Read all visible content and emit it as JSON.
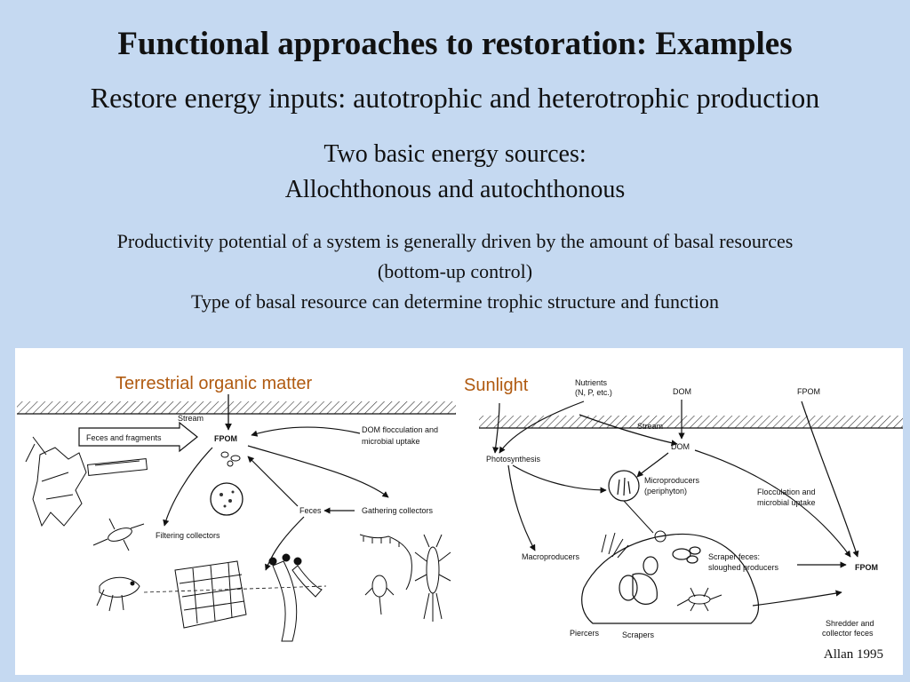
{
  "slide": {
    "title": "Functional approaches to restoration: Examples",
    "subtitle": "Restore energy inputs: autotrophic and heterotrophic production",
    "sources_line1": "Two basic energy sources:",
    "sources_line2": "Allochthonous and autochthonous",
    "productivity_line1": "Productivity potential of a system is generally driven by the amount of basal resources",
    "productivity_line2": "(bottom-up control)",
    "productivity_line3": "Type of basal resource can determine trophic structure and function"
  },
  "left_diagram": {
    "heading": "Terrestrial organic matter",
    "stream": "Stream",
    "feces_fragments": "Feces and fragments",
    "fpom": "FPOM",
    "dom_line1": "DOM flocculation and",
    "dom_line2": "microbial uptake",
    "feces": "Feces",
    "gathering": "Gathering collectors",
    "filtering": "Filtering collectors"
  },
  "right_diagram": {
    "heading": "Sunlight",
    "nutrients_line1": "Nutrients",
    "nutrients_line2": "(N, P, etc.)",
    "dom_top": "DOM",
    "fpom_top": "FPOM",
    "stream": "Stream",
    "dom": "DOM",
    "photosynthesis": "Photosynthesis",
    "micro_line1": "Microproducers",
    "micro_line2": "(periphyton)",
    "floc_line1": "Flocculation and",
    "floc_line2": "microbial uptake",
    "macro": "Macroproducers",
    "scraper_line1": "Scraper feces:",
    "scraper_line2": "sloughed producers",
    "fpom": "FPOM",
    "shredder_line1": "Shredder and",
    "shredder_line2": "collector feces",
    "piercers": "Piercers",
    "scrapers": "Scrapers"
  },
  "credit": "Allan 1995",
  "colors": {
    "background": "#c5d9f1",
    "label_accent": "#b05a10"
  }
}
